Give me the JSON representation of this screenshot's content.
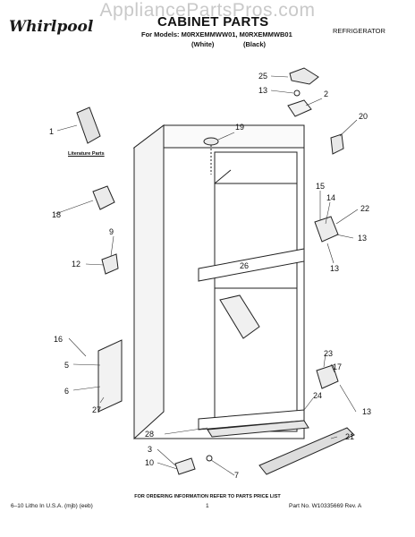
{
  "watermark": "AppliancePartsPros.com",
  "brand": "Whirlpool",
  "header": {
    "title": "CABINET PARTS",
    "models_line": "For Models: M0RXEMMWW01, M0RXEMMWB01",
    "color_white": "(White)",
    "color_black": "(Black)",
    "category": "REFRIGERATOR"
  },
  "literature_label": "Literature Parts",
  "callouts": [
    "25",
    "13",
    "2",
    "1",
    "19",
    "20",
    "15",
    "14",
    "22",
    "18",
    "9",
    "13",
    "12",
    "26",
    "13",
    "16",
    "5",
    "6",
    "27",
    "23",
    "17",
    "24",
    "13",
    "28",
    "21",
    "3",
    "10",
    "7"
  ],
  "footer": {
    "ordering_note": "FOR ORDERING INFORMATION REFER TO PARTS PRICE LIST",
    "print_info": "6–10 Litho In U.S.A. (mjb) (eeb)",
    "page": "1",
    "part_number": "Part No. W10335669 Rev. A"
  }
}
